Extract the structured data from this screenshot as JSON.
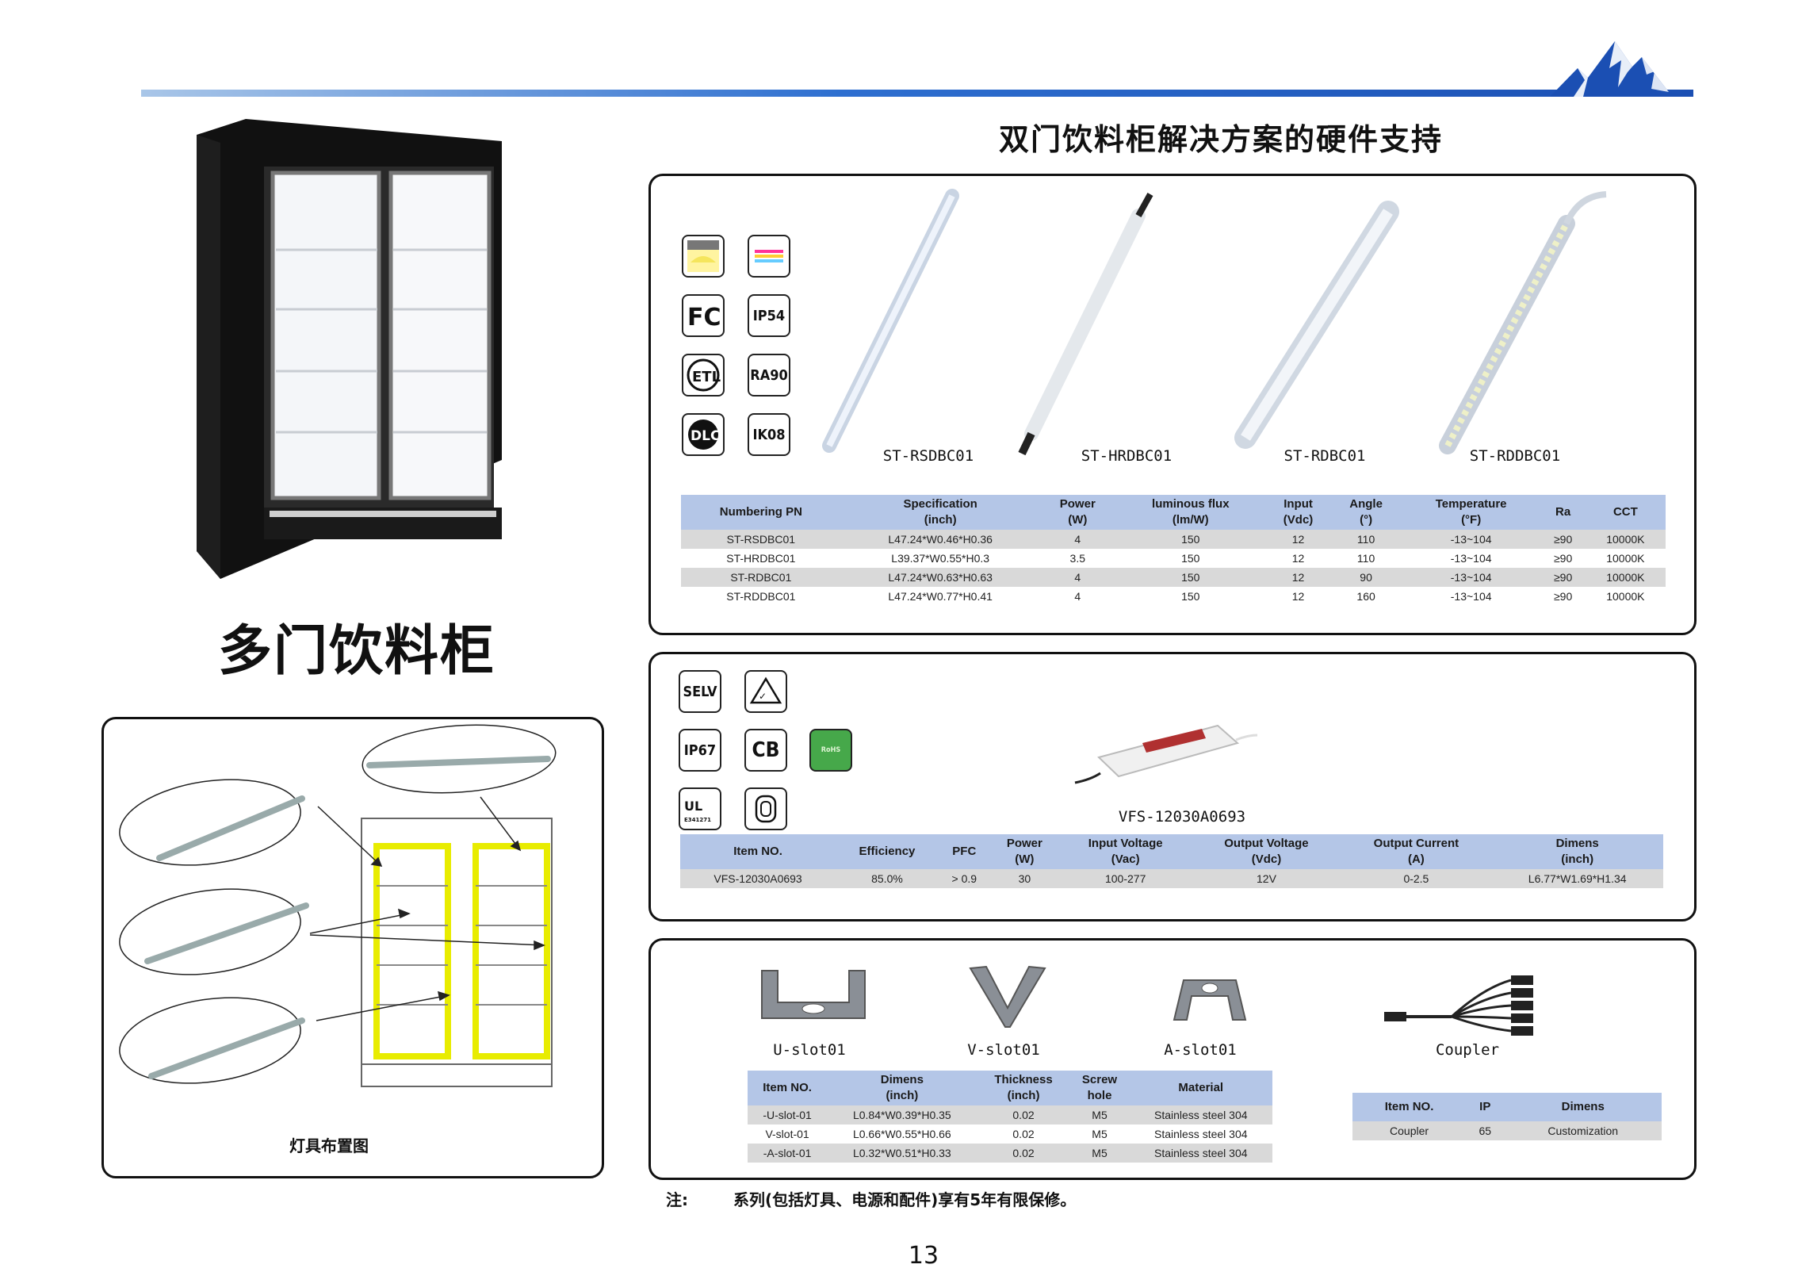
{
  "header": {
    "title": "双门饮料柜解决方案的硬件支持",
    "colors": {
      "rule_start": "#a9c6e8",
      "rule_end": "#1b4fb3",
      "logo": "#1b4fb3",
      "table_header": "#b4c6e7",
      "row_alt": "#d9d9d9"
    }
  },
  "fridge": {
    "title": "多门饮料柜"
  },
  "layout": {
    "caption": "灯具布置图"
  },
  "lights": {
    "certifications": [
      "dlc-light-icon",
      "color-spectrum-icon",
      "FC",
      "IP54",
      "ETL",
      "RA90",
      "DLC",
      "IK08"
    ],
    "cert_labels": {
      "ip": "IP54",
      "ra": "RA90",
      "ik": "IK08"
    },
    "products": [
      "ST-RSDBC01",
      "ST-HRDBC01",
      "ST-RDBC01",
      "ST-RDDBC01"
    ],
    "table": {
      "headers": [
        [
          "Numbering PN",
          ""
        ],
        [
          "Specification",
          "(inch)"
        ],
        [
          "Power",
          "(W)"
        ],
        [
          "luminous flux",
          "(lm/W)"
        ],
        [
          "Input",
          "(Vdc)"
        ],
        [
          "Angle",
          "(°)"
        ],
        [
          "Temperature",
          "(°F)"
        ],
        [
          "Ra",
          ""
        ],
        [
          "CCT",
          ""
        ]
      ],
      "rows": [
        [
          "ST-RSDBC01",
          "L47.24*W0.46*H0.36",
          "4",
          "150",
          "12",
          "110",
          "-13~104",
          "≥90",
          "10000K"
        ],
        [
          "ST-HRDBC01",
          "L39.37*W0.55*H0.3",
          "3.5",
          "150",
          "12",
          "110",
          "-13~104",
          "≥90",
          "10000K"
        ],
        [
          "ST-RDBC01",
          "L47.24*W0.63*H0.63",
          "4",
          "150",
          "12",
          "90",
          "-13~104",
          "≥90",
          "10000K"
        ],
        [
          "ST-RDDBC01",
          "L47.24*W0.77*H0.41",
          "4",
          "150",
          "12",
          "160",
          "-13~104",
          "≥90",
          "10000K"
        ]
      ]
    }
  },
  "driver": {
    "cert_labels": {
      "selv": "SELV",
      "ip": "IP67",
      "cb": "CB",
      "rohs": "RoHS",
      "ul_number": "E341271"
    },
    "product": "VFS-12030A0693",
    "table": {
      "headers": [
        [
          "Item NO.",
          ""
        ],
        [
          "Efficiency",
          ""
        ],
        [
          "PFC",
          ""
        ],
        [
          "Power",
          "(W)"
        ],
        [
          "Input Voltage",
          "(Vac)"
        ],
        [
          "Output Voltage",
          "(Vdc)"
        ],
        [
          "Output Current",
          "(A)"
        ],
        [
          "Dimens",
          "(inch)"
        ]
      ],
      "rows": [
        [
          "VFS-12030A0693",
          "85.0%",
          "> 0.9",
          "30",
          "100-277",
          "12V",
          "0-2.5",
          "L6.77*W1.69*H1.34"
        ]
      ]
    }
  },
  "accessories": {
    "products": [
      "U-slot01",
      "V-slot01",
      "A-slot01",
      "Coupler"
    ],
    "slot_table": {
      "headers": [
        [
          "Item NO.",
          ""
        ],
        [
          "Dimens",
          "(inch)"
        ],
        [
          "Thickness",
          "(inch)"
        ],
        [
          "Screw",
          "hole"
        ],
        [
          "Material",
          ""
        ]
      ],
      "rows": [
        [
          "-U-slot-01",
          "L0.84*W0.39*H0.35",
          "0.02",
          "M5",
          "Stainless steel 304"
        ],
        [
          "V-slot-01",
          "L0.66*W0.55*H0.66",
          "0.02",
          "M5",
          "Stainless steel 304"
        ],
        [
          "-A-slot-01",
          "L0.32*W0.51*H0.33",
          "0.02",
          "M5",
          "Stainless steel 304"
        ]
      ]
    },
    "coupler_table": {
      "headers": [
        "Item NO.",
        "IP",
        "Dimens"
      ],
      "rows": [
        [
          "Coupler",
          "65",
          "Customization"
        ]
      ]
    }
  },
  "note": {
    "label": "注:",
    "text": "系列(包括灯具、电源和配件)享有5年有限保修。"
  },
  "page_number": "13"
}
